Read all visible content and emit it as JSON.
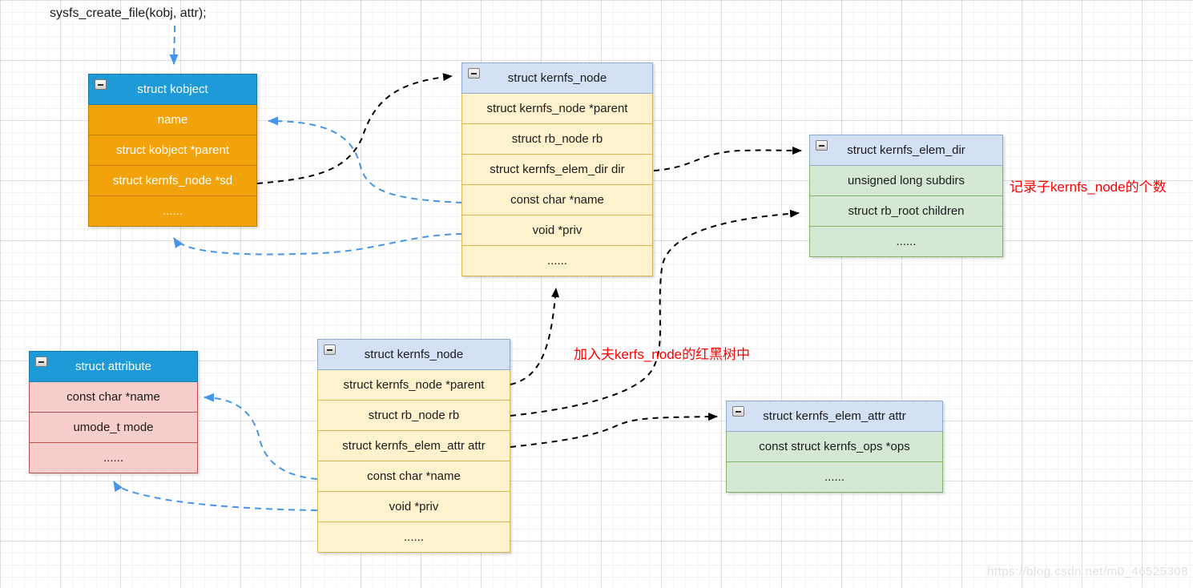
{
  "annotations": {
    "code_call": "sysfs_create_file(kobj, attr);",
    "note_subdirs": "记录子kernfs_node的个数",
    "note_rbtree": "加入夫kerfs_node的红黑树中",
    "watermark": "https://blog.csdn.net/m0_46525308"
  },
  "colors": {
    "header_blue": "#1E9BD7",
    "header_light_blue": "#D4E1F5",
    "orange_fill": "#F2A30B",
    "yellow_fill": "#FFF2CC",
    "yellow_border": "#D6B656",
    "green_fill": "#D5E8D4",
    "green_border": "#82B366",
    "pink_fill": "#F8CECC",
    "pink_border": "#B85450",
    "annotation_red": "#FF0000",
    "arrow_black": "#000000",
    "arrow_blue": "#4695E8"
  },
  "structs": [
    {
      "id": "kobject",
      "title": "struct kobject",
      "fields": [
        "name",
        "struct kobject *parent",
        "struct kernfs_node *sd",
        "......"
      ]
    },
    {
      "id": "knode-top",
      "title": "struct kernfs_node",
      "fields": [
        "struct kernfs_node *parent",
        "struct rb_node rb",
        "struct kernfs_elem_dir dir",
        "const char *name",
        "void *priv",
        "......"
      ]
    },
    {
      "id": "elemdir",
      "title": "struct kernfs_elem_dir",
      "fields": [
        "unsigned long subdirs",
        "struct rb_root children",
        "......"
      ]
    },
    {
      "id": "attribute",
      "title": "struct attribute",
      "fields": [
        "const char *name",
        "umode_t mode",
        "......"
      ]
    },
    {
      "id": "knode-bottom",
      "title": "struct kernfs_node",
      "fields": [
        "struct kernfs_node *parent",
        "struct rb_node rb",
        "struct kernfs_elem_attr attr",
        "const char *name",
        "void *priv",
        "......"
      ]
    },
    {
      "id": "elemattr",
      "title": "struct kernfs_elem_attr attr",
      "fields": [
        "const struct kernfs_ops *ops",
        "......"
      ]
    }
  ]
}
